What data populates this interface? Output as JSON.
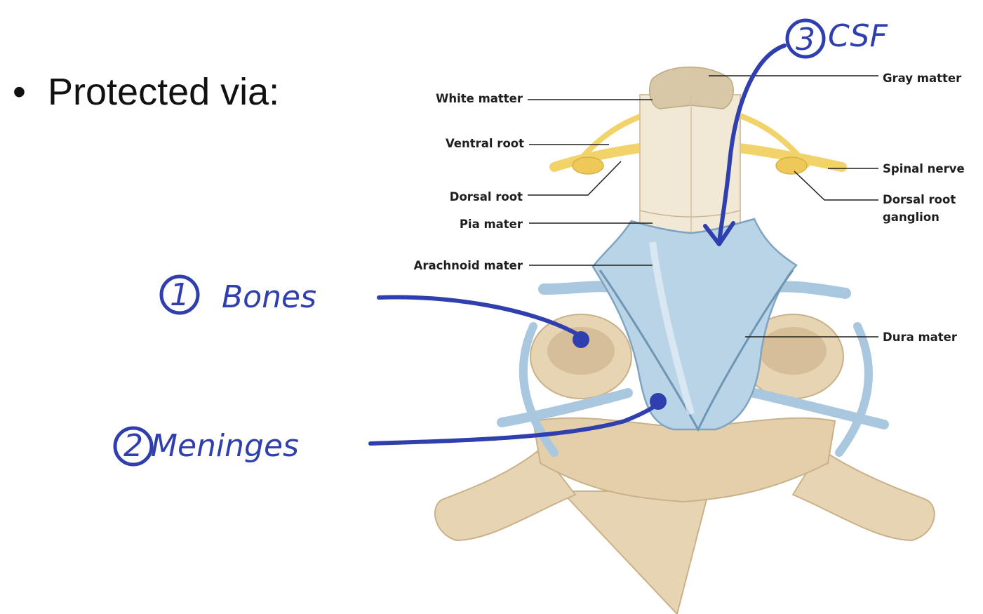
{
  "slide": {
    "bullet_char": "•",
    "bullet_text": "Protected via:"
  },
  "colors": {
    "ink": "#2f3fae",
    "bone": "#e6d4b2",
    "bone_shadow": "#c9b18a",
    "meninges": "#b9d4e6",
    "meninges_dark": "#7fa4c2",
    "nerve": "#f1d36a",
    "cord": "#f1e8d6"
  },
  "diagram": {
    "labels_left": [
      "White matter",
      "Ventral root",
      "Dorsal root",
      "Pia mater",
      "Arachnoid mater"
    ],
    "labels_right": [
      "Gray matter",
      "Spinal nerve",
      "Dorsal root",
      "ganglion",
      "Dura mater"
    ]
  },
  "annotations": {
    "note1_number": "1",
    "note1_text": "Bones",
    "note2_number": "2",
    "note2_text": "Meninges",
    "note3_number": "3",
    "note3_text": "CSF"
  }
}
